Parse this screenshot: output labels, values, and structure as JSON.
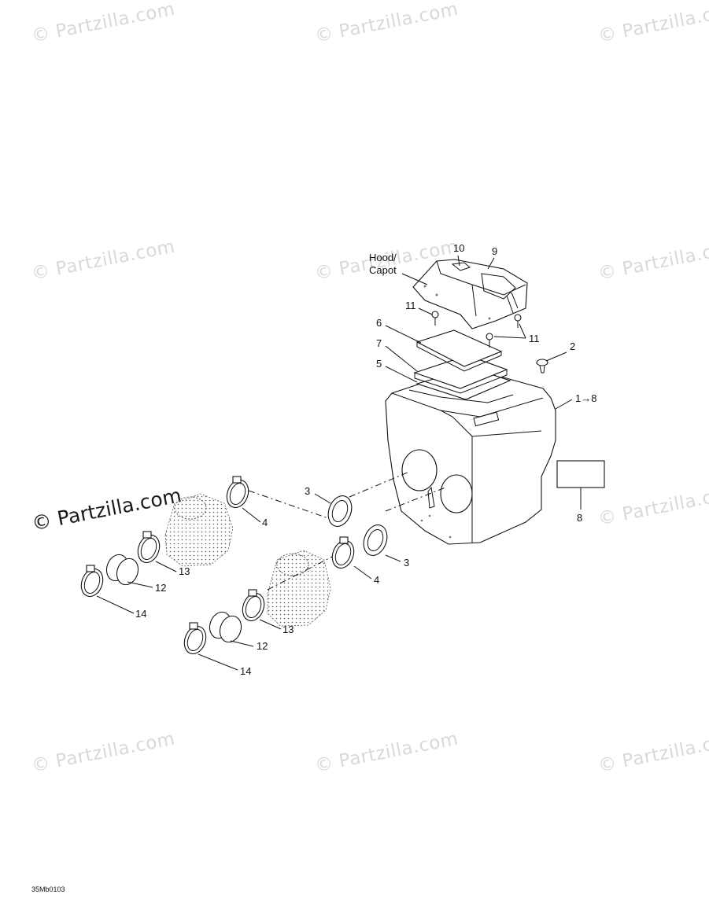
{
  "watermark": {
    "text": "© Partzilla.com",
    "color": "#d9d9d9",
    "strong_color": "#1a1a1a"
  },
  "labels": {
    "hood": "Hood/",
    "capot": "Capot",
    "callouts": [
      "10",
      "9",
      "11",
      "11",
      "6",
      "7",
      "5",
      "2",
      "1→8",
      "3",
      "4",
      "3",
      "4",
      "8",
      "13",
      "12",
      "14",
      "13",
      "12",
      "14"
    ]
  },
  "diagram_code": "35Mb0103"
}
